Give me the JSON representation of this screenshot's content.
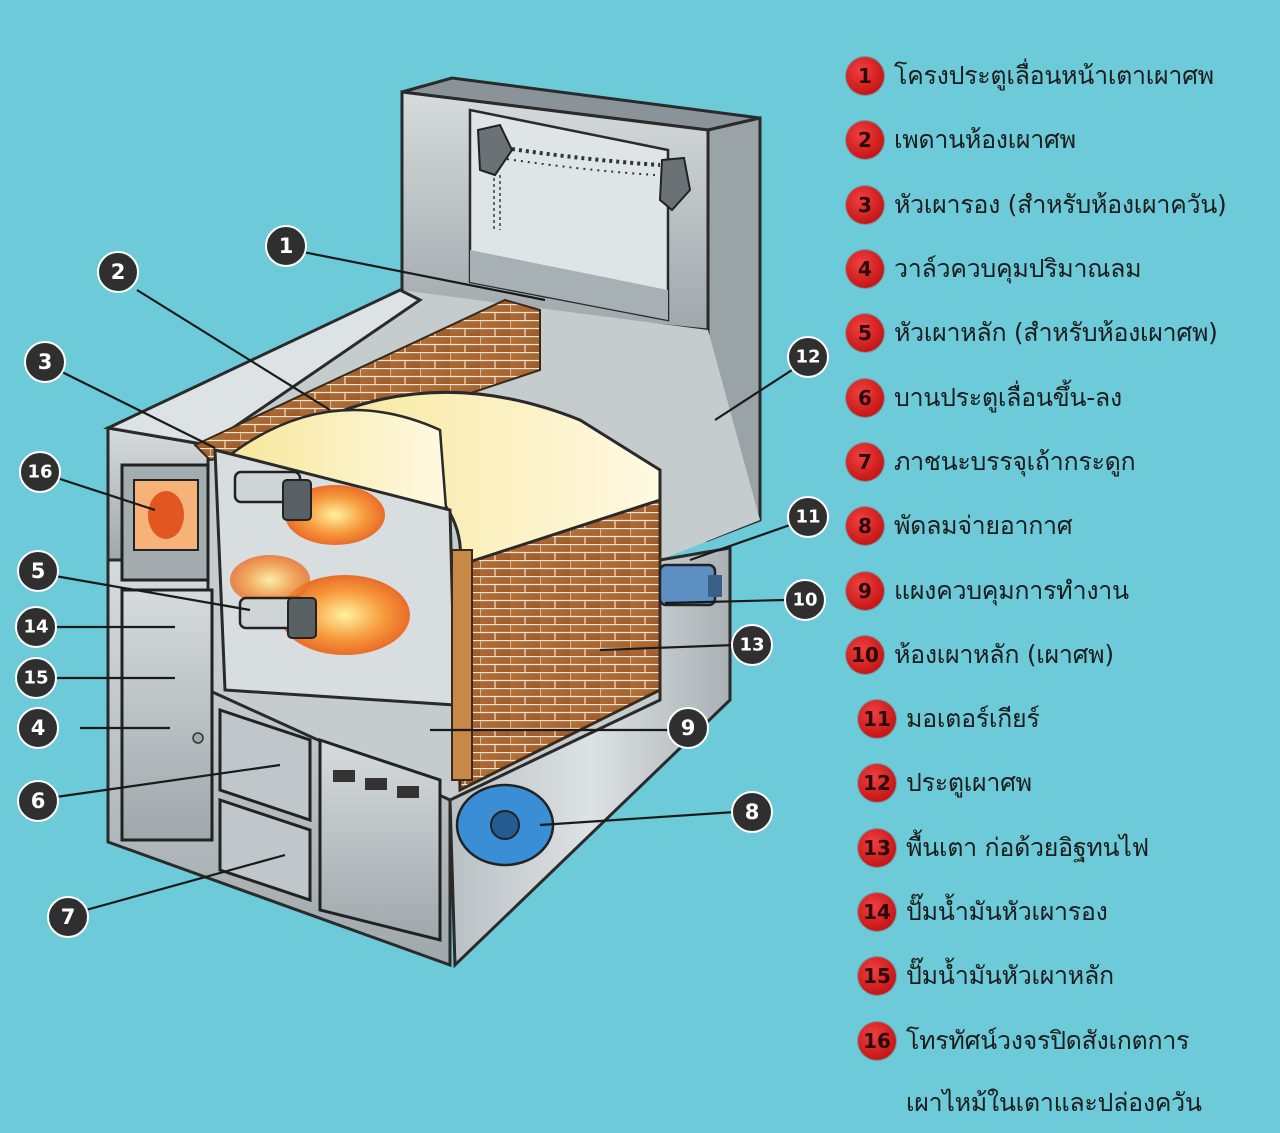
{
  "callouts": [
    {
      "id": "1",
      "num": "1"
    },
    {
      "id": "2",
      "num": "2"
    },
    {
      "id": "3",
      "num": "3"
    },
    {
      "id": "4",
      "num": "4"
    },
    {
      "id": "5",
      "num": "5"
    },
    {
      "id": "6",
      "num": "6"
    },
    {
      "id": "7",
      "num": "7"
    },
    {
      "id": "8",
      "num": "8"
    },
    {
      "id": "9",
      "num": "9"
    },
    {
      "id": "10",
      "num": "10"
    },
    {
      "id": "11",
      "num": "11"
    },
    {
      "id": "12",
      "num": "12"
    },
    {
      "id": "13",
      "num": "13"
    },
    {
      "id": "14",
      "num": "14"
    },
    {
      "id": "15",
      "num": "15"
    },
    {
      "id": "16",
      "num": "16"
    }
  ],
  "legend": [
    {
      "num": "1",
      "label": "โครงประตูเลื่อนหน้าเตาเผาศพ"
    },
    {
      "num": "2",
      "label": "เพดานห้องเผาศพ"
    },
    {
      "num": "3",
      "label": "หัวเผารอง (สำหรับห้องเผาควัน)"
    },
    {
      "num": "4",
      "label": "วาล์วควบคุมปริมาณลม"
    },
    {
      "num": "5",
      "label": "หัวเผาหลัก (สำหรับห้องเผาศพ)"
    },
    {
      "num": "6",
      "label": "บานประตูเลื่อนขึ้น-ลง"
    },
    {
      "num": "7",
      "label": "ภาชนะบรรจุเถ้ากระดูก"
    },
    {
      "num": "8",
      "label": "พัดลมจ่ายอากาศ"
    },
    {
      "num": "9",
      "label": "แผงควบคุมการทำงาน"
    },
    {
      "num": "10",
      "label": "ห้องเผาหลัก (เผาศพ)"
    },
    {
      "num": "11",
      "label": "มอเตอร์เกียร์"
    },
    {
      "num": "12",
      "label": "ประตูเผาศพ"
    },
    {
      "num": "13",
      "label": "พื้นเตา ก่อด้วยอิฐทนไฟ"
    },
    {
      "num": "14",
      "label": "ปั๊มน้ำมันหัวเผารอง"
    },
    {
      "num": "15",
      "label": "ปั๊มน้ำมันหัวเผาหลัก"
    },
    {
      "num": "16",
      "label": "โทรทัศน์วงจรปิดสังเกตการ"
    }
  ],
  "legend_continuation": "เผาไหม้ในเตาและปล่องควัน"
}
